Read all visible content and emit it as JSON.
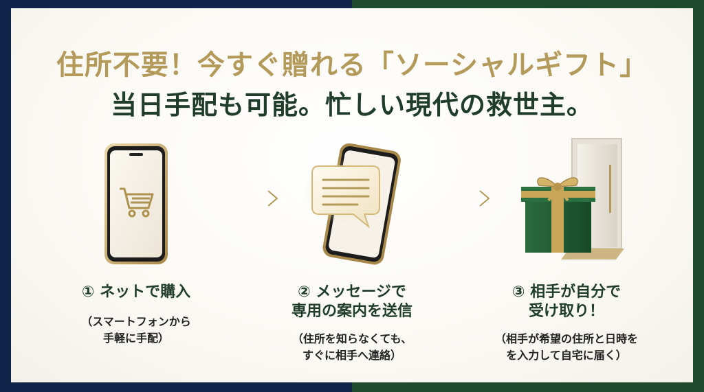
{
  "header": {
    "title_line1": "住所不要！今すぐ贈れる「ソーシャルギフト」",
    "title_line2": "当日手配も可能。忙しい現代の救世主。"
  },
  "steps": [
    {
      "title_lines": [
        "① ネットで購入"
      ],
      "sub_lines": [
        "（スマートフォンから",
        "手軽に手配）"
      ],
      "icon": "shopping-cart-icon"
    },
    {
      "title_lines": [
        "② メッセージで",
        "専用の案内を送信"
      ],
      "sub_lines": [
        "（住所を知らなくても、",
        "すぐに相手へ連絡）"
      ],
      "icon": "message-bubble-icon"
    },
    {
      "title_lines": [
        "③ 相手が自分で",
        "受け取り！"
      ],
      "sub_lines": [
        "（相手が希望の住所と日時を",
        "を入力して自宅に届く）"
      ],
      "icon": "gift-box-icon"
    }
  ],
  "colors": {
    "gold": "#b49a5a",
    "dark_green": "#1f3d2a",
    "navy": "#0f2348",
    "gift_green": "#1e5a32"
  }
}
